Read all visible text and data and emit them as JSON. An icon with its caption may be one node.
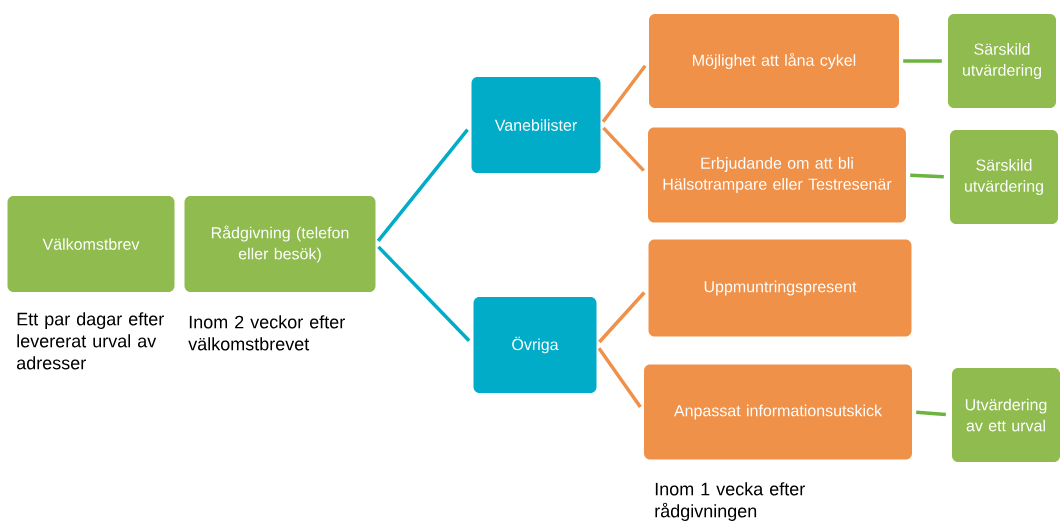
{
  "diagram": {
    "nodes": [
      {
        "text": [
          "Välkomstbrev"
        ],
        "beside": [
          "Ett par dagar efter levererat urval av adresser"
        ]
      },
      {
        "text": [
          "Rådgivning (telefon eller besök)"
        ],
        "beside": [
          "Inom 2 veckor efter välkomstbrevet"
        ]
      },
      {
        "text": [
          "Vanebilister"
        ]
      },
      {
        "text": [
          "Övriga"
        ]
      },
      {
        "text": [
          "Möjlighet att låna cykel"
        ]
      },
      {
        "text": [
          "Erbjudande om att bli Hälsotrampare eller Testresenär"
        ]
      },
      {
        "text": [
          "Uppmuntringspresent"
        ]
      },
      {
        "text": [
          "Anpassat informationsutskick"
        ],
        "beside": [
          "Inom 1 vecka efter rådgivningen"
        ]
      },
      {
        "text": [
          "Särskild utvärdering"
        ]
      },
      {
        "text": [
          "Särskild utvärdering"
        ]
      },
      {
        "text": [
          "Utvärdering av ett urval"
        ]
      }
    ],
    "edges": [
      {
        "from": 1,
        "to": 2,
        "arrow": "none",
        "color": "#00acc8"
      },
      {
        "from": 1,
        "to": 3,
        "arrow": "none",
        "color": "#00acc8"
      },
      {
        "from": 2,
        "to": 4,
        "arrow": "none"
      },
      {
        "from": 2,
        "to": 5,
        "arrow": "none"
      },
      {
        "from": 3,
        "to": 6,
        "arrow": "none"
      },
      {
        "from": 3,
        "to": 7,
        "arrow": "none"
      },
      {
        "from": 4,
        "to": 8,
        "arrow": "none",
        "color": "#6db33f"
      },
      {
        "from": 5,
        "to": 9,
        "arrow": "none",
        "color": "#6db33f"
      },
      {
        "from": 7,
        "to": 10,
        "arrow": "none",
        "color": "#6db33f"
      }
    ]
  }
}
